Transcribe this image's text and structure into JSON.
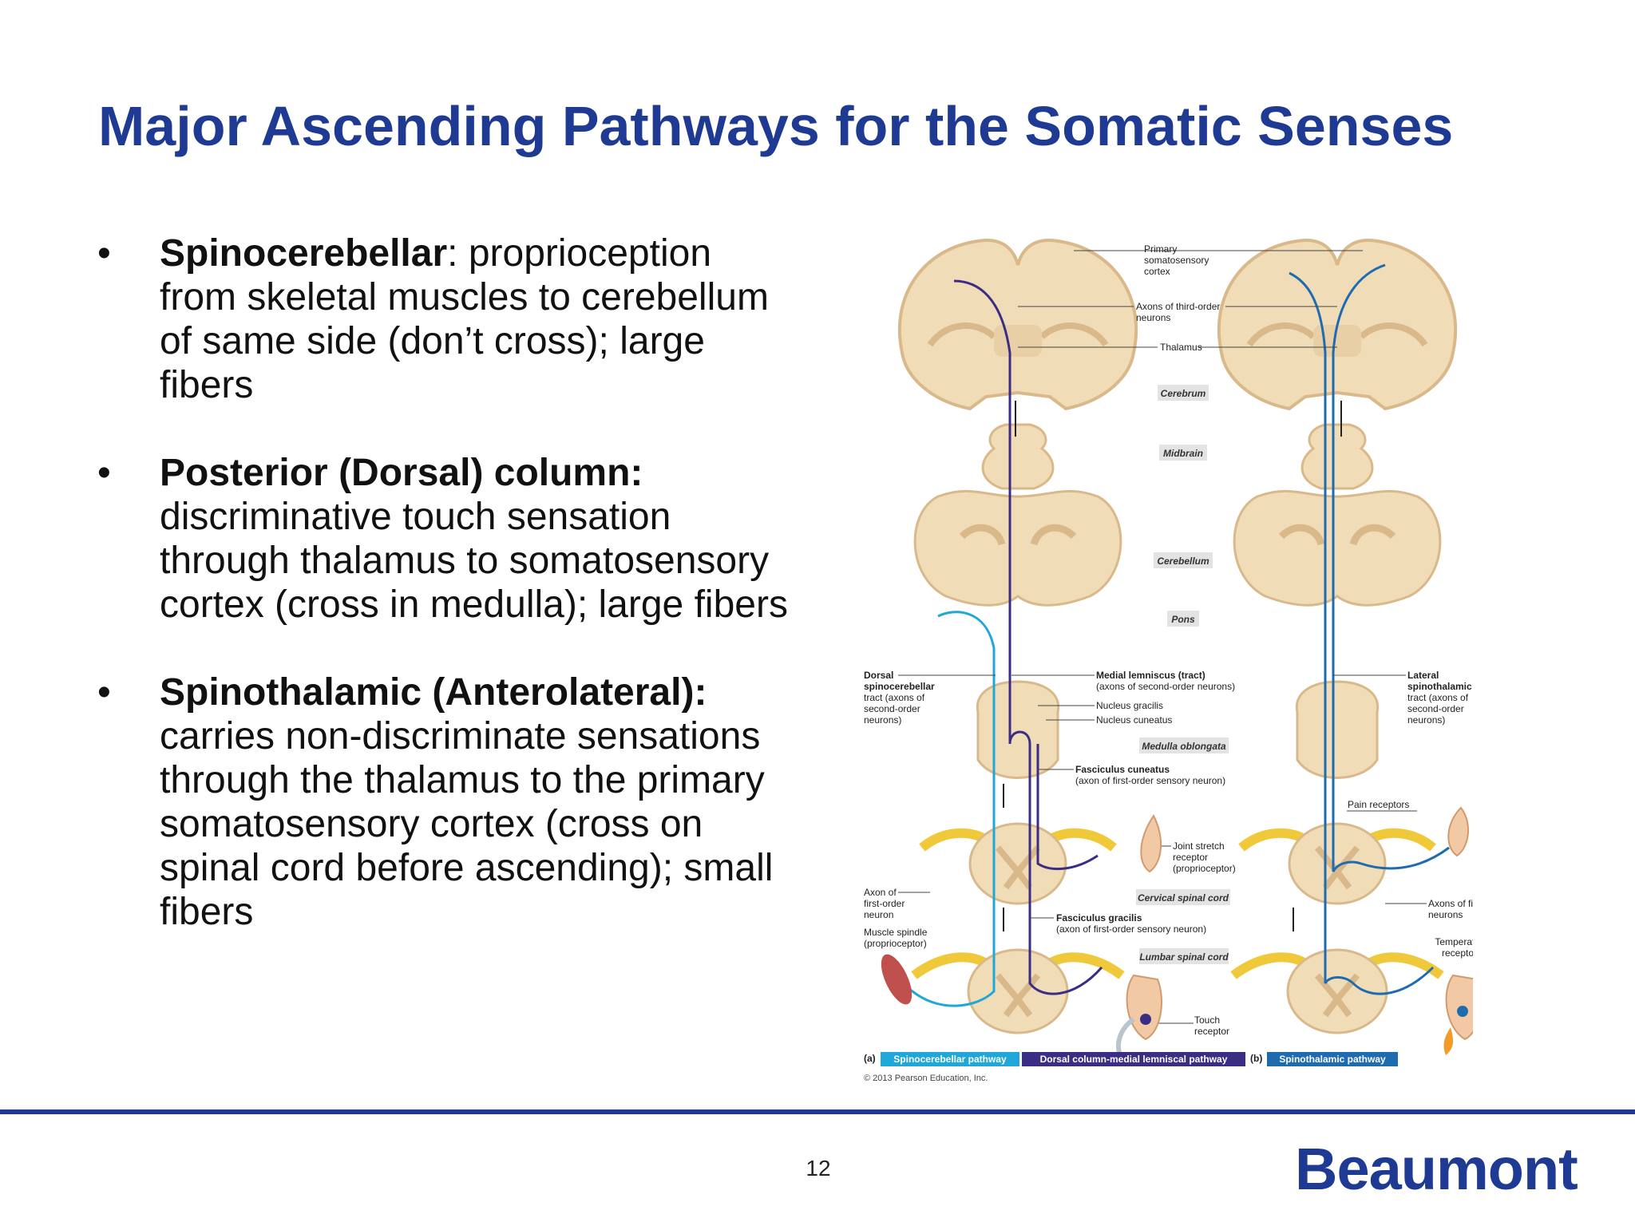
{
  "slide": {
    "title": "Major Ascending Pathways for the Somatic Senses",
    "bullets": [
      {
        "marker": "•",
        "term": "Spinocerebellar",
        "text": ": proprioception from skeletal muscles to cerebellum of same side (don’t cross); large fibers"
      },
      {
        "marker": "•",
        "term": "Posterior (Dorsal) column:",
        "text": " discriminative touch sensation through thalamus to somatosensory cortex (cross in medulla); large fibers"
      },
      {
        "marker": "•",
        "term": "Spinothalamic (Anterolateral):",
        "text": " carries non-discriminate sensations through the thalamus to the primary somatosensory cortex (cross on spinal cord before ascending); small fibers"
      }
    ],
    "page_number": "12",
    "logo_text": "Beaumont"
  },
  "figure": {
    "labels": {
      "primary_cortex": [
        "Primary",
        "somatosensory",
        "cortex"
      ],
      "axons_third": [
        "Axons of third-order",
        "neurons"
      ],
      "thalamus": "Thalamus",
      "cerebrum": "Cerebrum",
      "midbrain": "Midbrain",
      "cerebellum": "Cerebellum",
      "pons": "Pons",
      "dorsal_tract": [
        "Dorsal",
        "spinocerebellar",
        "tract (axons of",
        "second-order",
        "neurons)"
      ],
      "medial_lemniscus": [
        "Medial lemniscus (tract)",
        "(axons of second-order neurons)"
      ],
      "nucleus_gracilis": "Nucleus gracilis",
      "nucleus_cuneatus": "Nucleus cuneatus",
      "lateral_tract": [
        "Lateral",
        "spinothalamic",
        "tract (axons of",
        "second-order",
        "neurons)"
      ],
      "medulla": "Medulla oblongata",
      "fasciculus_cuneatus": [
        "Fasciculus cuneatus",
        "(axon of first-order sensory neuron)"
      ],
      "pain_receptors": "Pain receptors",
      "joint_receptor": [
        "Joint stretch",
        "receptor",
        "(proprioceptor)"
      ],
      "axon_first_left": [
        "Axon of",
        "first-order",
        "neuron"
      ],
      "cervical": "Cervical spinal cord",
      "axons_first_right": [
        "Axons of first-order",
        "neurons"
      ],
      "fasciculus_gracilis": [
        "Fasciculus gracilis",
        "(axon of first-order sensory neuron)"
      ],
      "muscle_spindle": [
        "Muscle spindle",
        "(proprioceptor)"
      ],
      "temperature_receptors": [
        "Temperature",
        "receptors"
      ],
      "lumbar": "Lumbar spinal cord",
      "touch_receptor": [
        "Touch",
        "receptor"
      ],
      "panel_a": "(a)",
      "spinocerebellar_pathway": "Spinocerebellar pathway",
      "dorsal_pathway": "Dorsal column-medial lemniscal pathway",
      "panel_b": "(b)",
      "spinothalamic_pathway": "Spinothalamic pathway",
      "copyright": "© 2013 Pearson Education, Inc."
    },
    "colors": {
      "tissue": "#f1dcb8",
      "tissue_dark": "#d9b98a",
      "nerve_yellow": "#f0c93a",
      "spinocerebellar": "#1ea7d8",
      "dorsal_column": "#3a2d84",
      "spinothalamic": "#1e6bb0",
      "label_box": "#e3e3e3"
    }
  }
}
